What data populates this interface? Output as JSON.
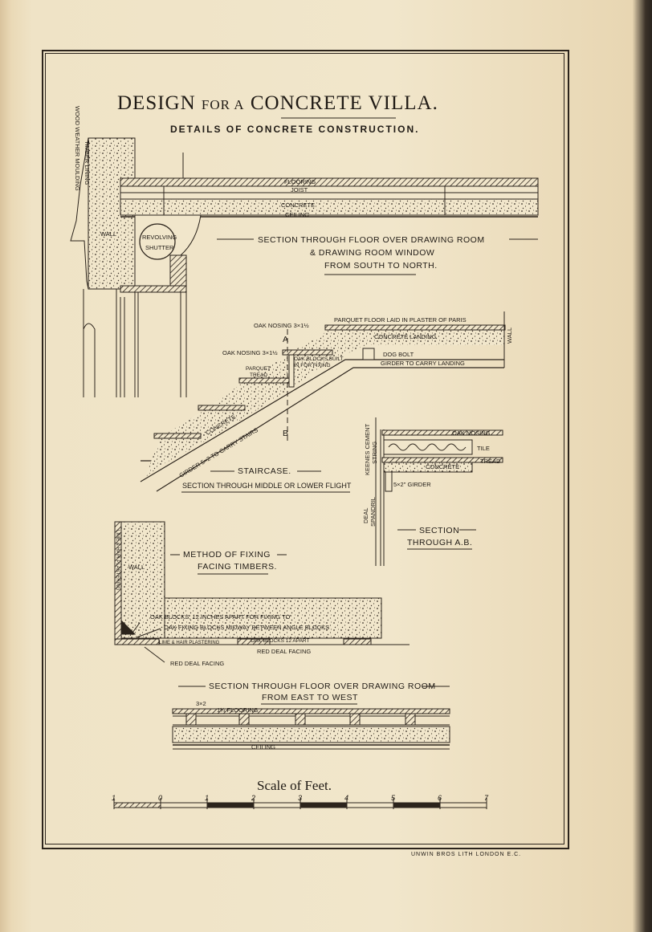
{
  "title": {
    "part1": "DESIGN",
    "part2": "FOR A",
    "part3": "CONCRETE VILLA."
  },
  "subtitle": "DETAILS OF CONCRETE CONSTRUCTION.",
  "section1": {
    "heading_line1": "SECTION THROUGH FLOOR OVER DRAWING ROOM",
    "heading_line2": "& DRAWING ROOM WINDOW",
    "heading_line3": "FROM SOUTH TO NORTH.",
    "labels": {
      "mould": "WOOD WEATHER MOULDING",
      "lining": "TIMBER LINING",
      "wall": "WALL",
      "shutter1": "REVOLVING",
      "shutter2": "SHUTTER",
      "flooring": "FLOORING",
      "joist": "JOIST",
      "concrete": "CONCRETE",
      "ceiling": "CEILING"
    }
  },
  "staircase": {
    "oak_nosing_top": "OAK NOSING 3×1½",
    "parquet": "PARQUET FLOOR LAID IN PLASTER OF PARIS",
    "concrete_landing": "CONCRETE LANDING",
    "oak_nosing_2": "OAK NOSING 3×1½",
    "dog_bolt": "DOG BOLT",
    "girder_landing": "GIRDER TO CARRY LANDING",
    "oak_blocks1": "OAK BLOCKS BUILT",
    "oak_blocks2": "IN FOR FIXING",
    "parquet_tread1": "PARQUET",
    "parquet_tread2": "TREAD",
    "concrete": "CONCRETE",
    "girder": "GIRDER 5×2 TO CARRY STAIRS",
    "wall": "WALL",
    "mark_a": "A",
    "mark_b": "B",
    "heading": "STAIRCASE.",
    "heading_sub": "SECTION THROUGH MIDDLE OR LOWER FLIGHT"
  },
  "section_ab": {
    "keenes": "KEENES CEMENT",
    "string": "STRING",
    "oak_nosing": "OAK NOSING",
    "tile": "TILE",
    "concrete": "CONCRETE",
    "tread": "TREAD",
    "girder": "5×2\" GIRDER",
    "deal": "DEAL",
    "spandril": "SPANDRIL",
    "heading1": "SECTION",
    "heading2": "THROUGH A.B."
  },
  "fixing": {
    "heading1": "METHOD OF FIXING",
    "heading2": "FACING TIMBERS.",
    "wall": "WALL",
    "plastering_v": "LIME & HAIR PLASTERING",
    "oak_blocks": "OAK BLOCKS, 12 INCHES APART FOR FIXING TO",
    "oak_fixing": "OAK FIXING BLOCKS MIDWAY BETWEEN ANGLE BLOCKS",
    "plastering_h": "LIME & HAIR PLASTERING",
    "oak_blocks_apart": "OAK BLOCKS 12 APART",
    "red_deal1": "RED DEAL FACING",
    "red_deal2": "RED DEAL FACING"
  },
  "section_ew": {
    "heading1": "SECTION THROUGH FLOOR OVER DRAWING ROOM",
    "heading2": "FROM EAST TO WEST",
    "dim": "3×2",
    "flooring": "1¼ FLOORING",
    "ceiling": "CEILING"
  },
  "scale": {
    "title": "Scale of Feet.",
    "ticks": [
      "1",
      "0",
      "1",
      "2",
      "3",
      "4",
      "5",
      "6",
      "7"
    ]
  },
  "imprint": "UNWIN BROS  LITH  LONDON  E.C."
}
